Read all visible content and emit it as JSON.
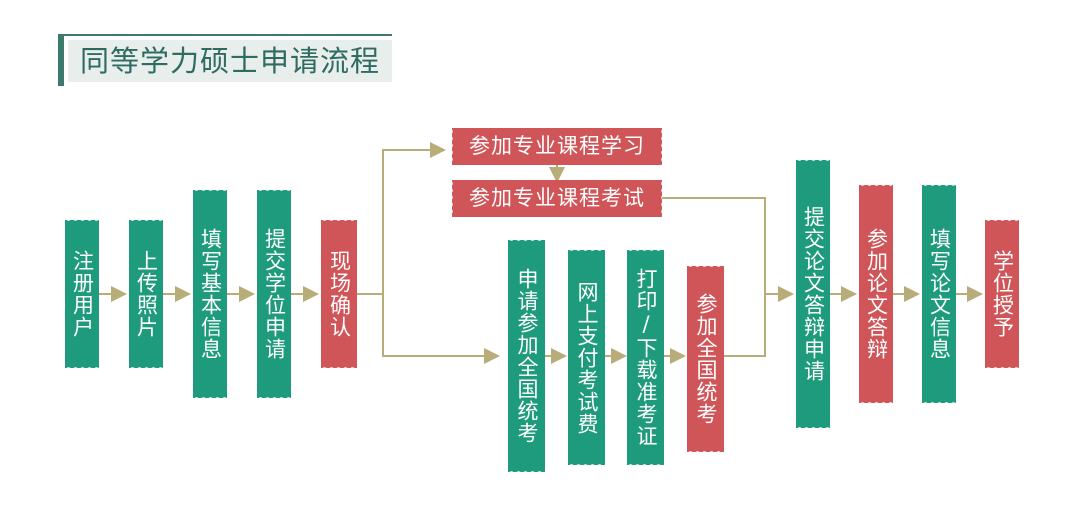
{
  "title": "同等学力硕士申请流程",
  "colors": {
    "green": "#1e9a7c",
    "red": "#d05558",
    "connector": "#b8ad78",
    "title_text": "#2f6b60"
  },
  "steps": {
    "register": "注册用户",
    "upload_photo": "上传照片",
    "fill_basic_info": "填写基本信息",
    "submit_degree_application": "提交学位申请",
    "onsite_confirm": "现场确认",
    "attend_course_study": "参加专业课程学习",
    "attend_course_exam": "参加专业课程考试",
    "apply_national_exam": "申请参加全国统考",
    "pay_exam_fee_online": "网上支付考试费",
    "print_admission_ticket": "打印/下载准考证",
    "attend_national_exam": "参加全国统考",
    "submit_defense_application": "提交论文答辩申请",
    "attend_defense": "参加论文答辩",
    "fill_thesis_info": "填写论文信息",
    "degree_conferred": "学位授予"
  }
}
